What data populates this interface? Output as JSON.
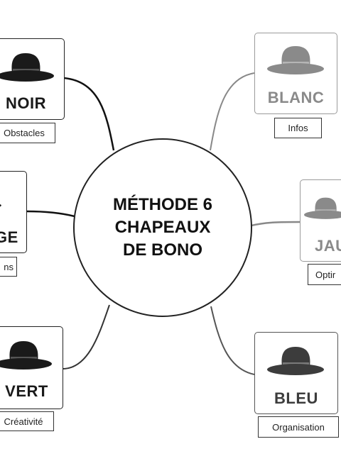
{
  "center": {
    "title": "MÉTHODE 6\nCHAPEAUX\nDE BONO"
  },
  "hats": {
    "noir": {
      "name": "NOIR",
      "tag": "Obstacles",
      "color": "#1a1a1a",
      "icon": "hat-icon"
    },
    "rouge": {
      "name": "GE",
      "tag": "ns",
      "color": "#1a1a1a",
      "icon": "hat-icon"
    },
    "vert": {
      "name": "VERT",
      "tag": "Créativité",
      "color": "#1a1a1a",
      "icon": "hat-icon"
    },
    "blanc": {
      "name": "BLANC",
      "tag": "Infos",
      "color": "#8a8a8a",
      "icon": "hat-icon"
    },
    "jaune": {
      "name": "JAU",
      "tag": "Optir",
      "color": "#8a8a8a",
      "icon": "hat-icon"
    },
    "bleu": {
      "name": "BLEU",
      "tag": "Organisation",
      "color": "#3c3c3c",
      "icon": "hat-icon"
    }
  }
}
